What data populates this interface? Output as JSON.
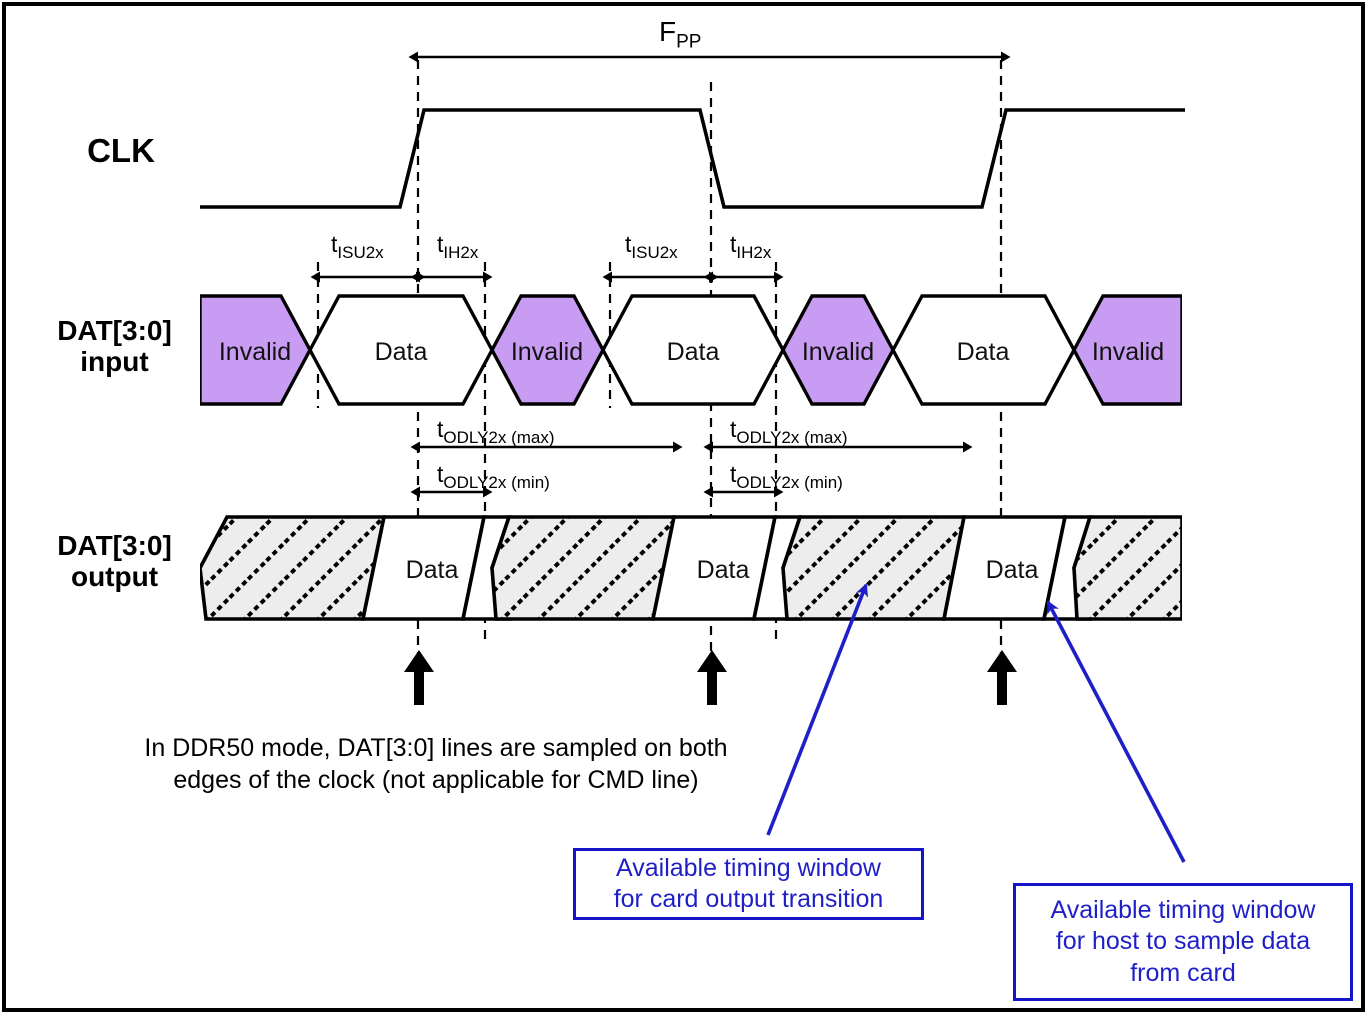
{
  "diagram": {
    "title": "DDR50 mode DAT[3:0] input/output timing",
    "rows": {
      "clk": {
        "label": "CLK"
      },
      "dat_in": {
        "label_line1": "DAT[3:0]",
        "label_line2": "input"
      },
      "dat_out": {
        "label_line1": "DAT[3:0]",
        "label_line2": "output"
      }
    },
    "period_label": {
      "base": "F",
      "sub": "PP"
    },
    "timing_labels": [
      {
        "id": "tisu2x-1",
        "base": "t",
        "sub": "ISU2x"
      },
      {
        "id": "tih2x-1",
        "base": "t",
        "sub": "IH2x"
      },
      {
        "id": "tisu2x-2",
        "base": "t",
        "sub": "ISU2x"
      },
      {
        "id": "tih2x-2",
        "base": "t",
        "sub": "IH2x"
      },
      {
        "id": "todly-max-1",
        "base": "t",
        "sub": "ODLY2x (max)"
      },
      {
        "id": "todly-min-1",
        "base": "t",
        "sub": "ODLY2x (min)"
      },
      {
        "id": "todly-max-2",
        "base": "t",
        "sub": "ODLY2x (max)"
      },
      {
        "id": "todly-min-2",
        "base": "t",
        "sub": "ODLY2x (min)"
      }
    ],
    "input_cells": [
      {
        "text": "Invalid",
        "state": "invalid"
      },
      {
        "text": "Data",
        "state": "valid"
      },
      {
        "text": "Invalid",
        "state": "invalid"
      },
      {
        "text": "Data",
        "state": "valid"
      },
      {
        "text": "Invalid",
        "state": "invalid"
      },
      {
        "text": "Data",
        "state": "valid"
      },
      {
        "text": "Invalid",
        "state": "invalid"
      }
    ],
    "output_cells": [
      {
        "text": "",
        "state": "transition"
      },
      {
        "text": "Data",
        "state": "valid"
      },
      {
        "text": "",
        "state": "transition"
      },
      {
        "text": "Data",
        "state": "valid"
      },
      {
        "text": "",
        "state": "transition"
      },
      {
        "text": "Data",
        "state": "valid"
      },
      {
        "text": "",
        "state": "transition"
      }
    ],
    "caption": {
      "line1": "In DDR50 mode, DAT[3:0] lines are sampled on both",
      "line2": "edges of the clock (not applicable for CMD line)"
    },
    "callouts": [
      {
        "id": "callout-card-output",
        "line1": "Available timing window",
        "line2": "for card output transition",
        "line3": ""
      },
      {
        "id": "callout-host-sample",
        "line1": "Available timing window",
        "line2": "for host to sample data",
        "line3": "from card"
      }
    ],
    "colors": {
      "invalid_fill": "#c79cf2",
      "transition_fill": "#ededed",
      "callout_blue": "#1f1fc8",
      "line_black": "#000000",
      "background": "#ffffff"
    },
    "sample_markers": 3
  }
}
